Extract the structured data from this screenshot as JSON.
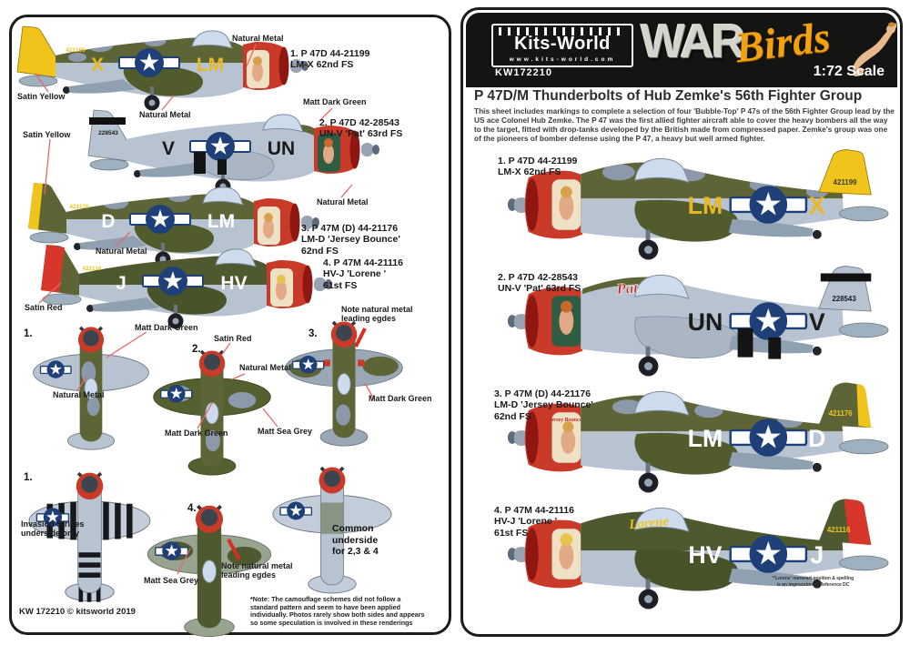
{
  "colors": {
    "cowl_red": "#c93a28",
    "tail_yellow": "#f0c41b",
    "olive_drab": "#5d6435",
    "natural_metal": "#b7c3d1",
    "insignia_blue": "#1e3f77"
  },
  "aircraft": [
    {
      "num": "1.",
      "label": [
        "1. P 47D 44-21199",
        "LM-X 62nd FS"
      ],
      "fwd_code": "LM",
      "aft_code": "X",
      "serial": "421199"
    },
    {
      "num": "2.",
      "label": [
        "2. P 47D 42-28543",
        "UN-V 'Pat' 63rd FS"
      ],
      "fwd_code": "UN",
      "aft_code": "V",
      "serial": "228543",
      "nose_art": "Pat"
    },
    {
      "num": "3.",
      "label": [
        "3. P 47M (D) 44-21176",
        "LM-D 'Jersey Bounce'",
        "62nd FS"
      ],
      "fwd_code": "LM",
      "aft_code": "D",
      "serial": "421176",
      "nose_art": "Jersey Bounce"
    },
    {
      "num": "4.",
      "label": [
        "4. P 47M 44-21116",
        "HV-J 'Lorene '",
        "61st FS"
      ],
      "fwd_code": "HV",
      "aft_code": "J",
      "serial": "421116",
      "nose_art": "Lorene"
    }
  ],
  "left_page": {
    "callouts": {
      "natural_metal": "Natural Metal",
      "satin_yellow": "Satin Yellow",
      "satin_red": "Satin Red",
      "matt_dark_green": "Matt Dark Green",
      "matt_sea_grey": "Matt Sea Grey",
      "note_nm1": "Note natural metal",
      "note_nm2": "leading egdes"
    },
    "invasion_note": [
      "Invasion Stripes",
      "underside only"
    ],
    "common_note": [
      "Common",
      "underside",
      "for 2,3 & 4"
    ],
    "camo_note": [
      "*Note: The camouflage schemes did not follow a",
      "standard pattern and seem to have been applied",
      "individually. Photos rarely show both sides and appears",
      "so some speculation is involved in these renderings"
    ],
    "footer": "KW 172210 © kitsworld 2019"
  },
  "right_page": {
    "header": {
      "brand": "Kits-World",
      "website": "www.kits-world.com",
      "sku": "KW172210",
      "logo_war": "WAR",
      "logo_birds": "Birds",
      "scale": "1:72 Scale"
    },
    "title": "P 47D/M Thunderbolts of Hub Zemke's 56th Fighter Group",
    "intro": "This sheet includes markings to complete a selection of four 'Bubble-Top' P 47s of the 56th Fighter Group lead by the US ace Colonel Hub Zemke. The P 47 was the first allied fighter aircraft able to cover the heavy bombers all the way to the target, fitted with drop-tanks developed by the British made from compressed paper. Zemke's group was one of the pioneers of bomber defense using the P 47, a heavy but well armed fighter.",
    "footnote": [
      "*'Lorene' name/art position & spelling",
      "is an impression of Reference DC"
    ]
  }
}
